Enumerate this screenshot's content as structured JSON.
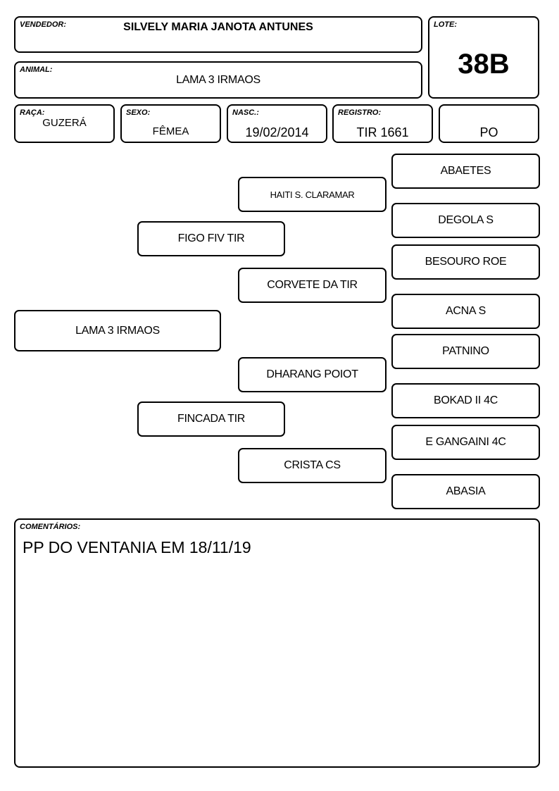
{
  "header": {
    "vendedor": {
      "label": "VENDEDOR:",
      "value": "SILVELY MARIA JANOTA ANTUNES"
    },
    "lote": {
      "label": "LOTE:",
      "value": "38B"
    },
    "animal": {
      "label": "ANIMAL:",
      "value": "LAMA 3 IRMAOS"
    },
    "raca": {
      "label": "RAÇA:",
      "value": "GUZERÁ"
    },
    "sexo": {
      "label": "SEXO:",
      "value": "FÊMEA"
    },
    "nasc": {
      "label": "NASC.:",
      "value": "19/02/2014"
    },
    "registro": {
      "label": "REGISTRO:",
      "value": "TIR 1661"
    },
    "tipo": {
      "value": "PO"
    }
  },
  "pedigree": {
    "animal": "LAMA 3 IRMAOS",
    "sire": "FIGO FIV TIR",
    "dam": "FINCADA TIR",
    "sire_sire": "HAITI S. CLARAMAR",
    "sire_dam": "CORVETE DA TIR",
    "dam_sire": "DHARANG POIOT",
    "dam_dam": "CRISTA CS",
    "great_grandparents": [
      "ABAETES",
      "DEGOLA S",
      "BESOURO ROE",
      "ACNA S",
      "PATNINO",
      "BOKAD II 4C",
      "E GANGAINI 4C",
      "ABASIA"
    ]
  },
  "comments": {
    "label": "COMENTÁRIOS:",
    "text": "PP DO VENTANIA EM 18/11/19"
  }
}
